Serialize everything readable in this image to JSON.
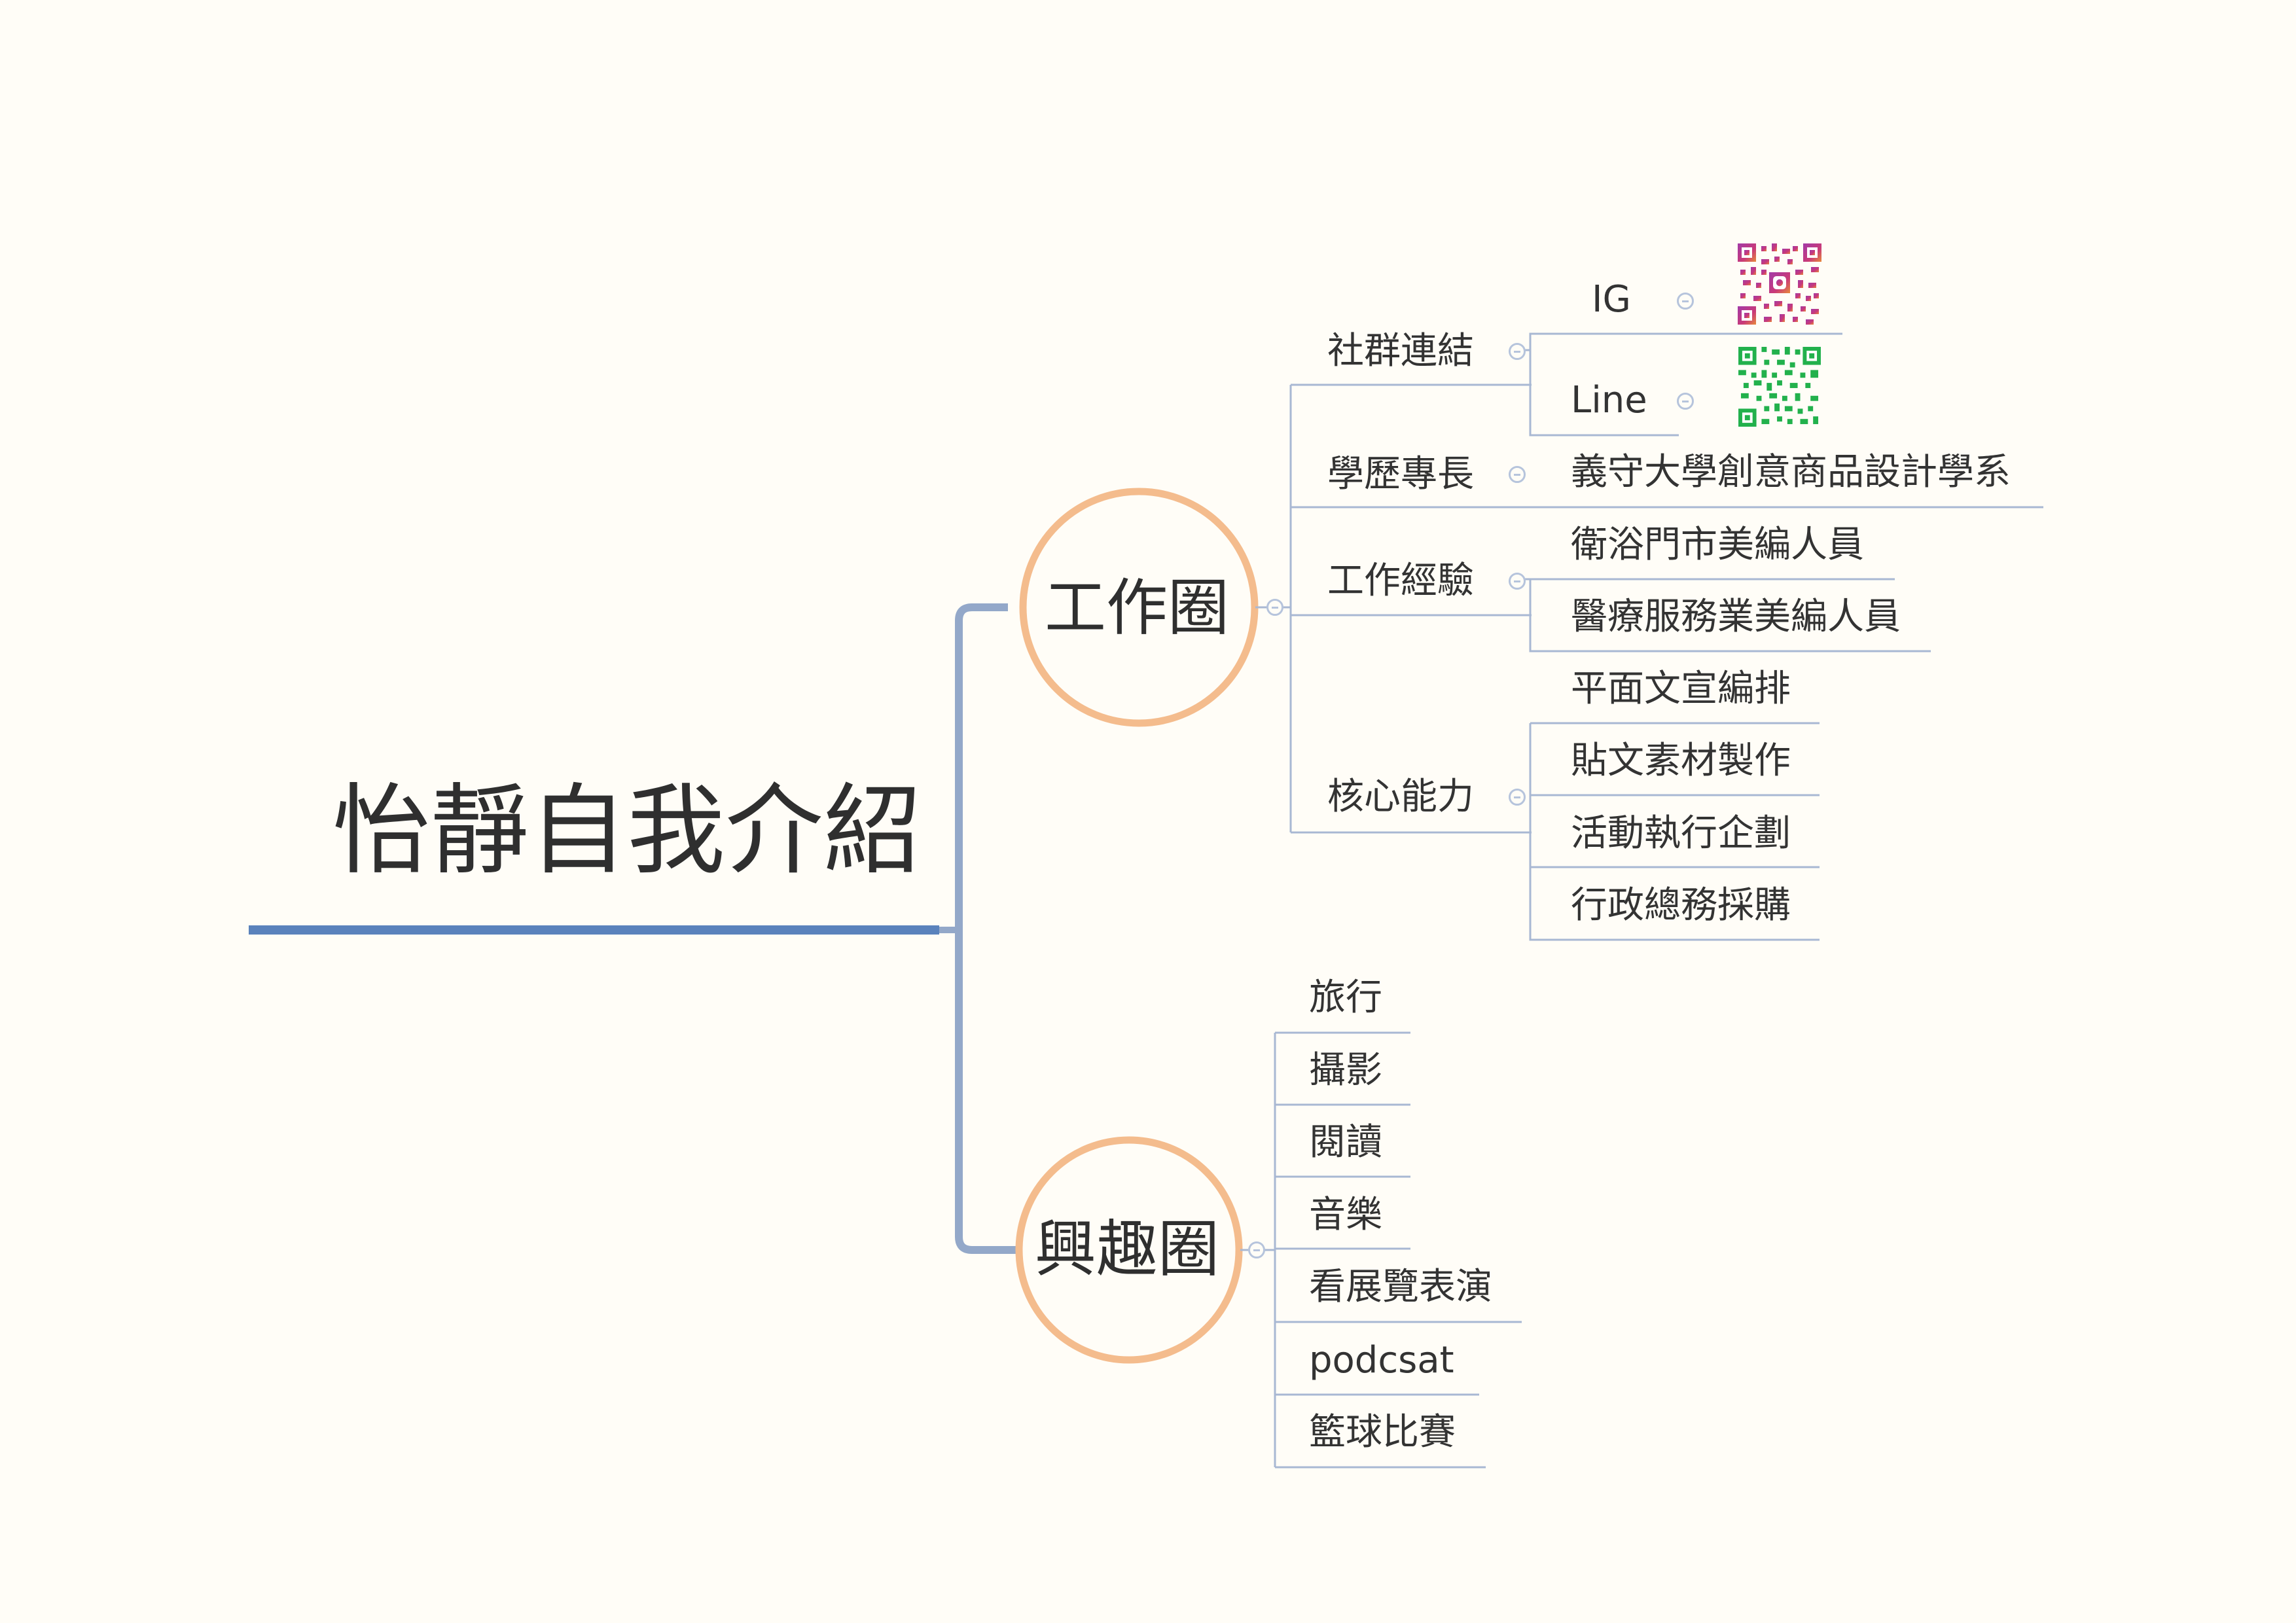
{
  "diagram": {
    "root": {
      "title": "怡靜自我介紹"
    },
    "branches": [
      {
        "label": "工作圈",
        "children": [
          {
            "label": "社群連結",
            "children": [
              {
                "label": "IG",
                "qr": "instagram-qr"
              },
              {
                "label": "Line",
                "qr": "line-qr"
              }
            ]
          },
          {
            "label": "學歷專長",
            "children": [
              {
                "label": "義守大學創意商品設計學系"
              }
            ]
          },
          {
            "label": "工作經驗",
            "children": [
              {
                "label": "衛浴門市美編人員"
              },
              {
                "label": "醫療服務業美編人員"
              }
            ]
          },
          {
            "label": "核心能力",
            "children": [
              {
                "label": "平面文宣編排"
              },
              {
                "label": "貼文素材製作"
              },
              {
                "label": "活動執行企劃"
              },
              {
                "label": "行政總務採購"
              }
            ]
          }
        ]
      },
      {
        "label": "興趣圈",
        "children": [
          {
            "label": "旅行"
          },
          {
            "label": "攝影"
          },
          {
            "label": "閱讀"
          },
          {
            "label": "音樂"
          },
          {
            "label": "看展覽表演"
          },
          {
            "label": "podcsat"
          },
          {
            "label": "籃球比賽"
          }
        ]
      }
    ]
  },
  "colors": {
    "background": "#fffdf7",
    "root_underline": "#5a82bc",
    "trunk": "#93a8c9",
    "connector": "#a8b8d3",
    "circle_ring": "#f4bc8d",
    "collapse_toggle": "#b6c4dc",
    "qr_instagram": "#c93a78",
    "qr_instagram_accent": "#e88a3a",
    "qr_line": "#22b14c"
  },
  "icons": {
    "collapse": "collapse-toggle-icon",
    "instagram_qr": "instagram-qr-code-icon",
    "line_qr": "line-qr-code-icon"
  }
}
